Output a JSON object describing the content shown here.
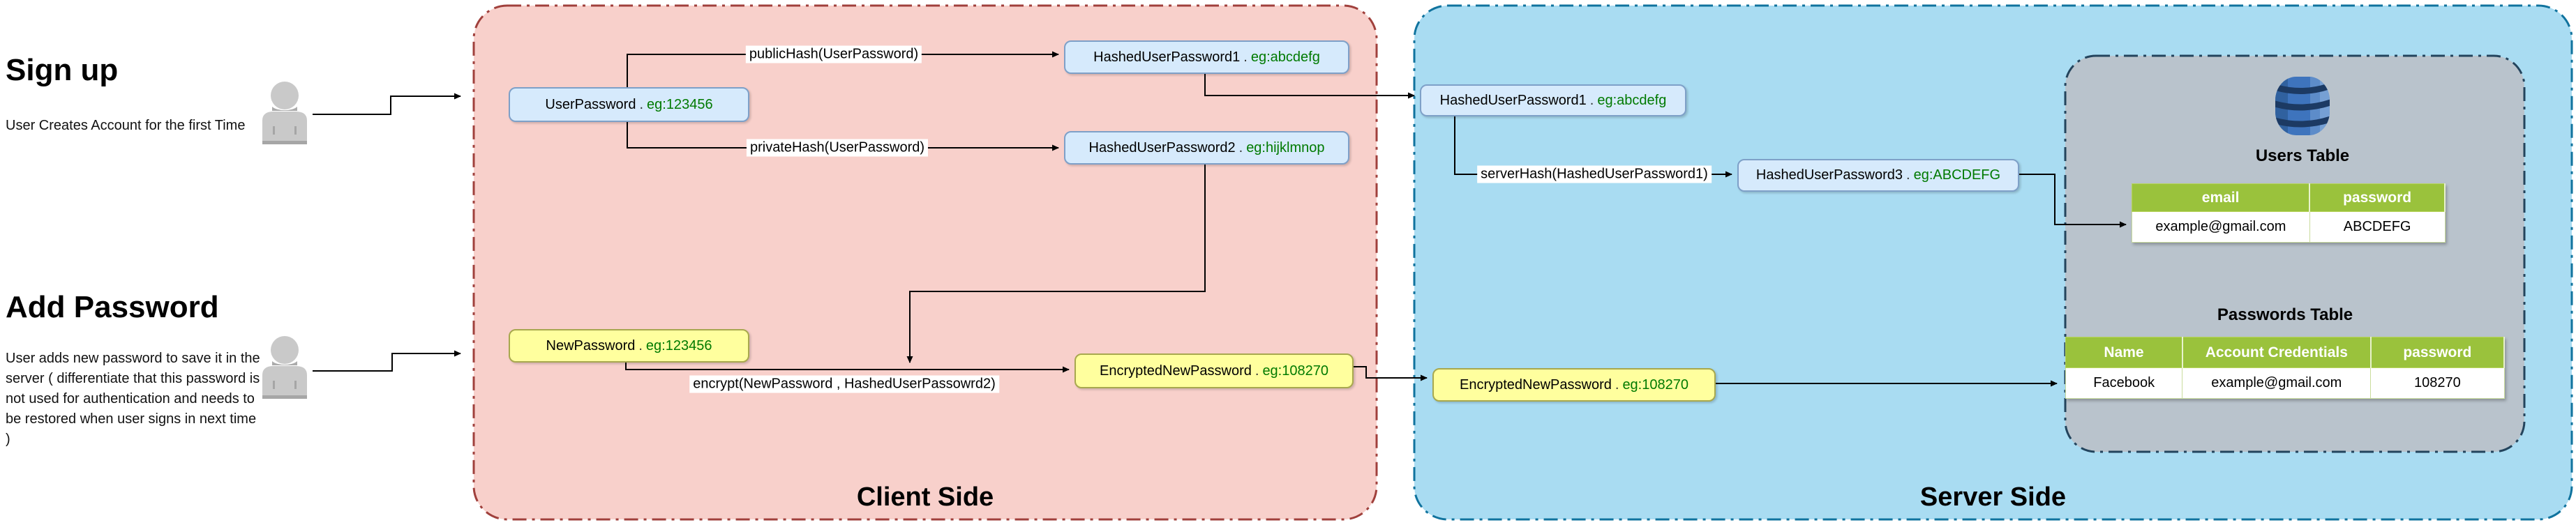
{
  "signup": {
    "heading": "Sign up",
    "description": "User Creates Account for the first Time"
  },
  "add_password": {
    "heading": "Add Password",
    "description": "User adds new password to save it in the server ( differentiate that this password is not used for authentication and needs to be restored when user signs in next time )"
  },
  "regions": {
    "client": {
      "label": "Client Side"
    },
    "server": {
      "label": "Server Side"
    }
  },
  "nodes": {
    "user_password": {
      "name": "UserPassword",
      "sep": ".",
      "example": "eg:123456"
    },
    "hashed1_client": {
      "name": "HashedUserPassword1",
      "sep": ".",
      "example": "eg:abcdefg"
    },
    "hashed2_client": {
      "name": "HashedUserPassword2",
      "sep": ".",
      "example": "eg:hijklmnop"
    },
    "new_password": {
      "name": "NewPassword",
      "sep": ".",
      "example": "eg:123456"
    },
    "encrypted_client": {
      "name": "EncryptedNewPassword",
      "sep": ".",
      "example": "eg:108270"
    },
    "hashed1_server": {
      "name": "HashedUserPassword1",
      "sep": ".",
      "example": "eg:abcdefg"
    },
    "hashed3_server": {
      "name": "HashedUserPassword3",
      "sep": ".",
      "example": "eg:ABCDEFG"
    },
    "encrypted_server": {
      "name": "EncryptedNewPassword",
      "sep": ".",
      "example": "eg:108270"
    }
  },
  "edge_labels": {
    "public_hash": "publicHash(UserPassword)",
    "private_hash": "privateHash(UserPassword)",
    "server_hash": "serverHash(HashedUserPassword1)",
    "encrypt": "encrypt(NewPassword , HashedUserPassowrd2)"
  },
  "database": {
    "users_table": {
      "title": "Users Table",
      "headers": [
        "email",
        "password"
      ],
      "rows": [
        [
          "example@gmail.com",
          "ABCDEFG"
        ]
      ]
    },
    "passwords_table": {
      "title": "Passwords Table",
      "headers": [
        "Name",
        "Account Credentials",
        "password"
      ],
      "rows": [
        [
          "Facebook",
          "example@gmail.com",
          "108270"
        ]
      ]
    }
  },
  "icons": {
    "user_icon": "person silhouette",
    "database_icon": "blue database barrel"
  },
  "colors": {
    "client_fill": "#f8d0cb",
    "client_stroke": "#a0403c",
    "server_fill": "#a9dcf2",
    "server_stroke": "#10739e",
    "db_container_fill": "#b9c3cc",
    "db_container_stroke": "#23445d",
    "node_blue_fill": "#d6eafc",
    "node_blue_stroke": "#7ea0c8",
    "node_yellow_fill": "#ffff9e",
    "node_yellow_stroke": "#a8a84e",
    "example_text": "#007a00",
    "table_header": "#9ac23c",
    "connector": "#000000"
  }
}
